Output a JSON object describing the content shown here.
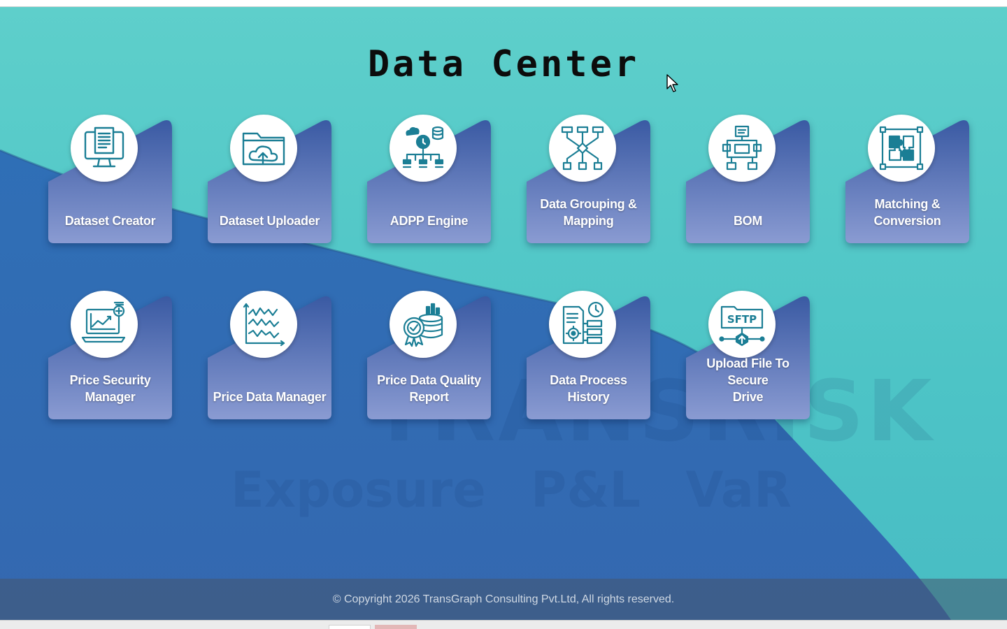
{
  "page": {
    "title": "Data Center",
    "watermark_brand": "TRANSRISK",
    "watermark_tagline": "Exposure P&L VaR"
  },
  "tiles": [
    {
      "label_1": "Dataset Creator",
      "label_2": "",
      "icon": "monitor-document-icon"
    },
    {
      "label_1": "Dataset Uploader",
      "label_2": "",
      "icon": "folder-cloud-upload-icon"
    },
    {
      "label_1": "ADPP Engine",
      "label_2": "",
      "icon": "cloud-database-network-icon"
    },
    {
      "label_1": "Data Grouping &",
      "label_2": "Mapping",
      "icon": "hierarchy-mapping-icon"
    },
    {
      "label_1": "BOM",
      "label_2": "",
      "icon": "bom-structure-icon"
    },
    {
      "label_1": "Matching &",
      "label_2": "Conversion",
      "icon": "puzzle-conversion-icon"
    },
    {
      "label_1": "Price Security",
      "label_2": "Manager",
      "icon": "laptop-chart-icon"
    },
    {
      "label_1": "Price Data Manager",
      "label_2": "",
      "icon": "line-graph-icon"
    },
    {
      "label_1": "Price Data Quality",
      "label_2": "Report",
      "icon": "quality-badge-database-icon"
    },
    {
      "label_1": "Data Process History",
      "label_2": "",
      "icon": "history-process-icon"
    },
    {
      "label_1": "Upload File To Secure",
      "label_2": "Drive",
      "icon": "sftp-folder-icon"
    }
  ],
  "footer": {
    "copyright": "© Copyright 2026 TransGraph Consulting Pvt.Ltd, All rights reserved."
  },
  "colors": {
    "teal_background": "#5ecfcb",
    "blue_wave": "#2f6fb4",
    "card_top": "#3b5fa6",
    "card_bottom": "#8798d0",
    "icon_stroke": "#1b7e95"
  }
}
